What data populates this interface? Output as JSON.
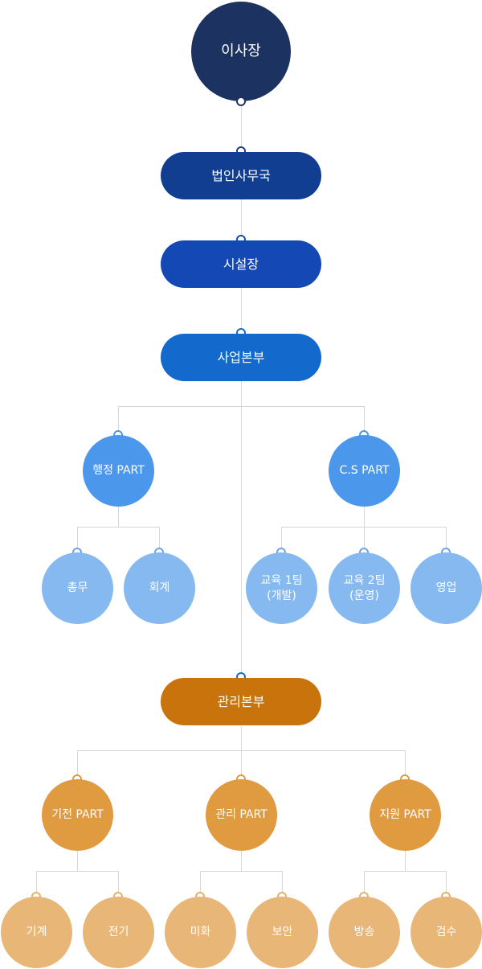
{
  "colors": {
    "ceo": "#1c3260",
    "corp_office": "#123e92",
    "facility": "#1448b4",
    "business_hq": "#1469cc",
    "part_blue": "#4a97eb",
    "team_blue": "#85b9f0",
    "mgmt_hq": "#c8730c",
    "part_orange": "#e09a40",
    "team_orange": "#e8b676",
    "connector": "#d7d7d7"
  },
  "org": {
    "ceo": "이사장",
    "corp_office": "법인사무국",
    "facility_director": "시설장",
    "business_hq": "사업본부",
    "business_parts": [
      {
        "label": "행정 PART",
        "teams": [
          "총무",
          "회계"
        ]
      },
      {
        "label": "C.S PART",
        "teams": [
          "교육 1팀\n(개발)",
          "교육 2팀\n(운영)",
          "영업"
        ]
      }
    ],
    "management_hq": "관리본부",
    "management_parts": [
      {
        "label": "기전 PART",
        "teams": [
          "기계",
          "전기"
        ]
      },
      {
        "label": "관리 PART",
        "teams": [
          "미화",
          "보안"
        ]
      },
      {
        "label": "지원 PART",
        "teams": [
          "방송",
          "검수"
        ]
      }
    ]
  }
}
